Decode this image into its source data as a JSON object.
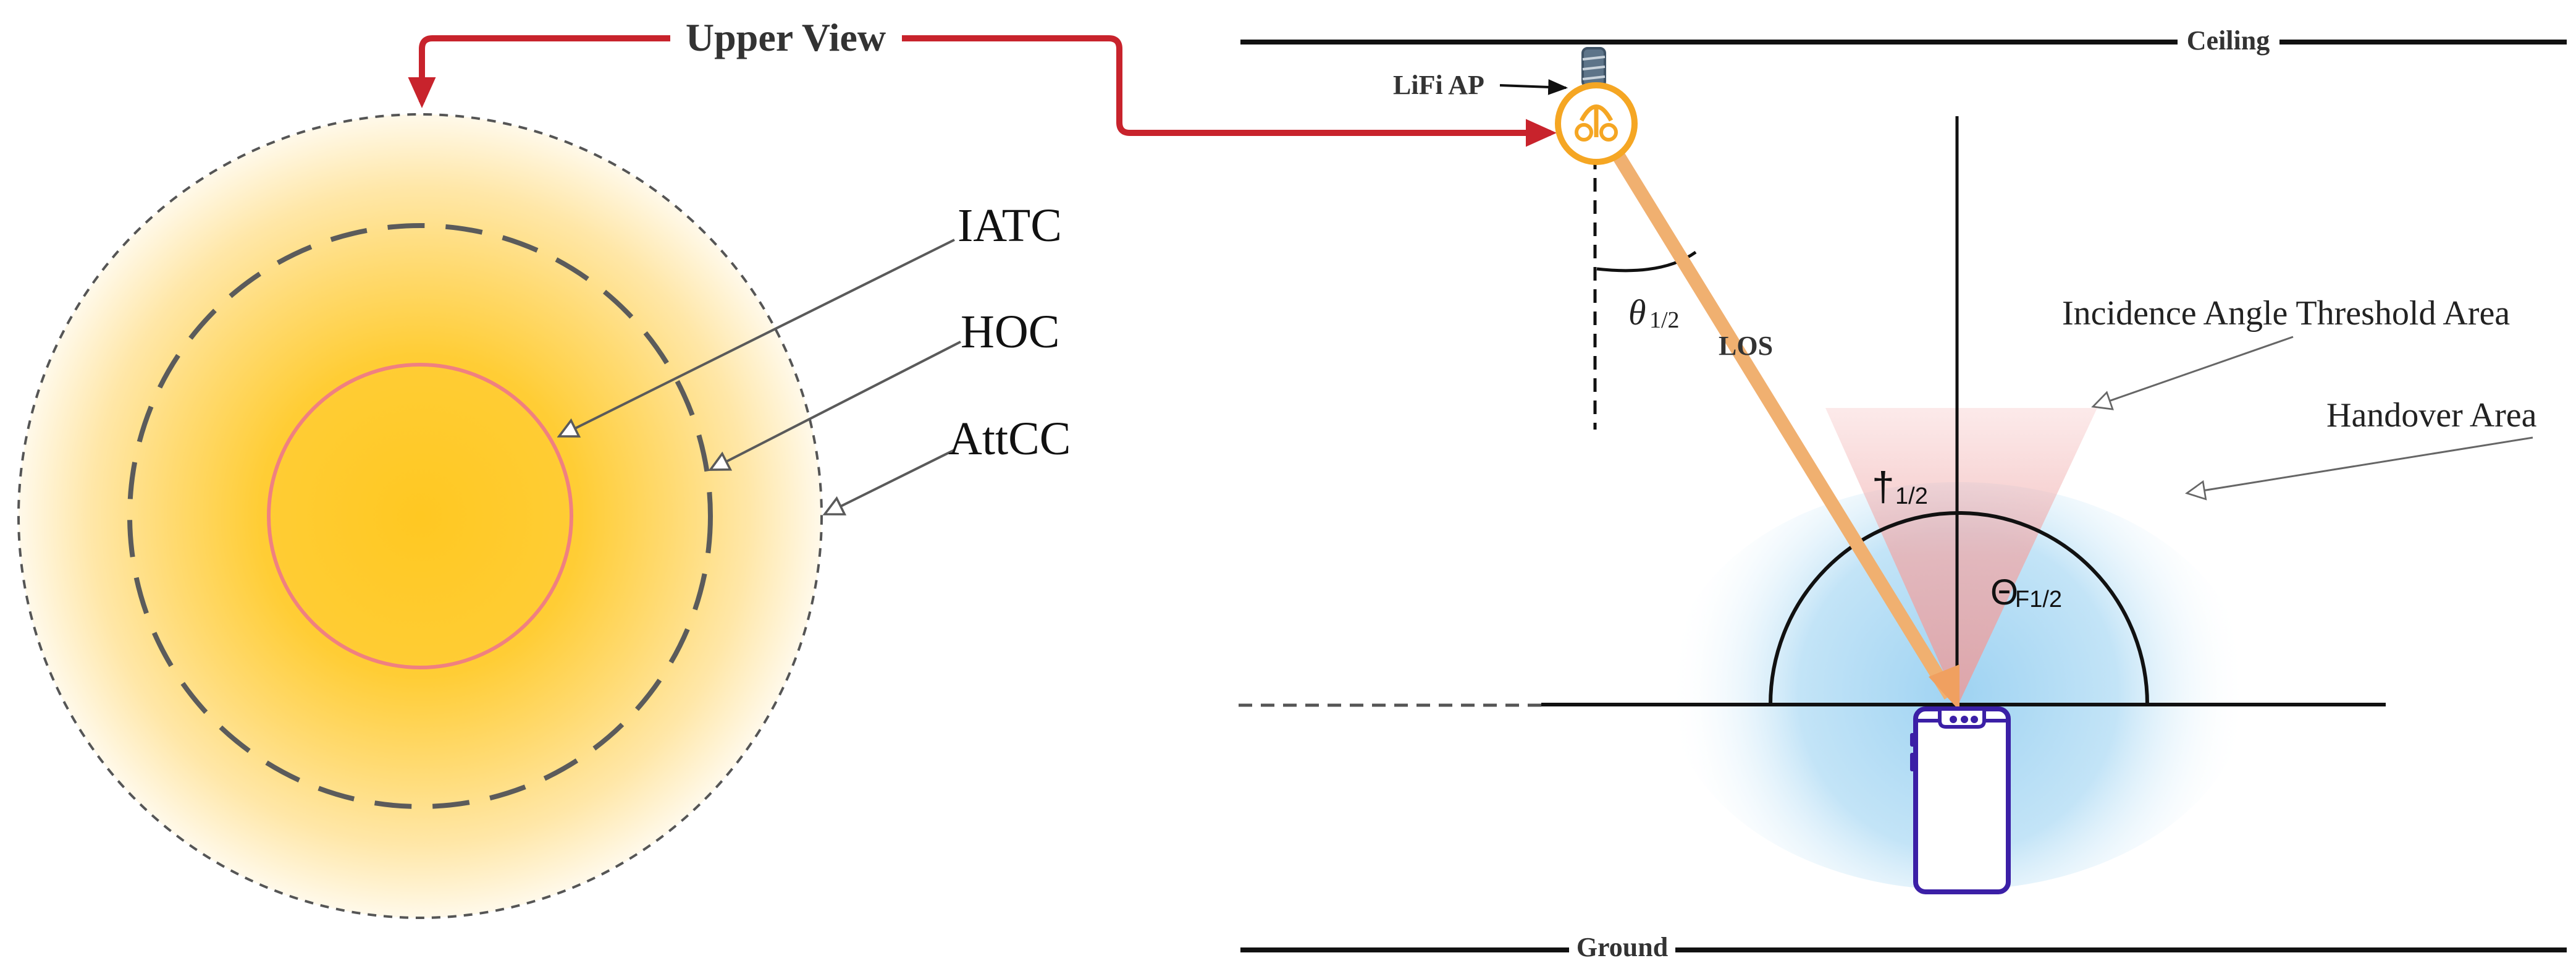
{
  "upper_view": {
    "title": "Upper View",
    "labels": {
      "iatc": "IATC",
      "hoc": "HOC",
      "attcc": "AttCC"
    }
  },
  "side_view": {
    "ceiling": "Ceiling",
    "ground": "Ground",
    "lifi_ap": "LiFi AP",
    "los": "LOS",
    "theta_half": {
      "symbol": "θ",
      "sub": "1/2"
    },
    "dagger_half": {
      "symbol": "†",
      "sub": "1/2"
    },
    "theta_f_half": {
      "symbol": "Θ",
      "sub": "F1/2"
    },
    "incidence_area": "Incidence Angle Threshold Area",
    "handover_area": "Handover Area"
  },
  "colors": {
    "link_arrow": "#c8232c",
    "bulb": "#f5a623",
    "los_beam": "#f0b070",
    "phone": "#3b1fa6",
    "sun_core": "#ffc92e",
    "iatc_ring": "#f08080",
    "handover_blue": "#b9def5",
    "threshold_red": "#f2b3b3"
  }
}
